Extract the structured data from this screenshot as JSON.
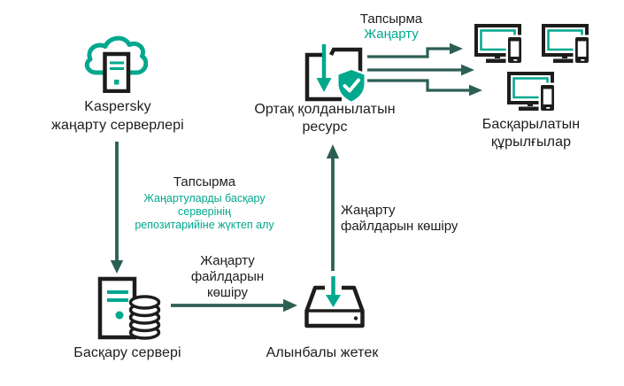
{
  "diagram": {
    "title": "Kaspersky update distribution scheme",
    "colors": {
      "accent": "#00A88E",
      "ink": "#1D1D1B",
      "arrow": "#2C5F54"
    },
    "nodes": {
      "update_servers": {
        "lines": [
          "Kaspersky",
          "жаңарту серверлері"
        ]
      },
      "shared_resource": {
        "lines": [
          "Ортақ қолданылатын",
          "ресурс"
        ]
      },
      "managed_devices": {
        "lines": [
          "Басқарылатын",
          "құрылғылар"
        ]
      },
      "admin_server": {
        "label": "Басқару сервері"
      },
      "removable_drive": {
        "label": "Алынбалы жетек"
      }
    },
    "edges": {
      "update_task": {
        "title": "Тапсырма",
        "action": "Жаңарту"
      },
      "download_task": {
        "title": "Тапсырма",
        "lines": [
          "Жаңартуларды басқару",
          "серверінің",
          "репозитарийіне жүктеп алу"
        ]
      },
      "copy_to_drive": {
        "lines": [
          "Жаңарту",
          "файлдарын",
          "көшіру"
        ]
      },
      "copy_to_resource": {
        "lines": [
          "Жаңарту",
          "файлдарын көшіру"
        ]
      }
    }
  }
}
